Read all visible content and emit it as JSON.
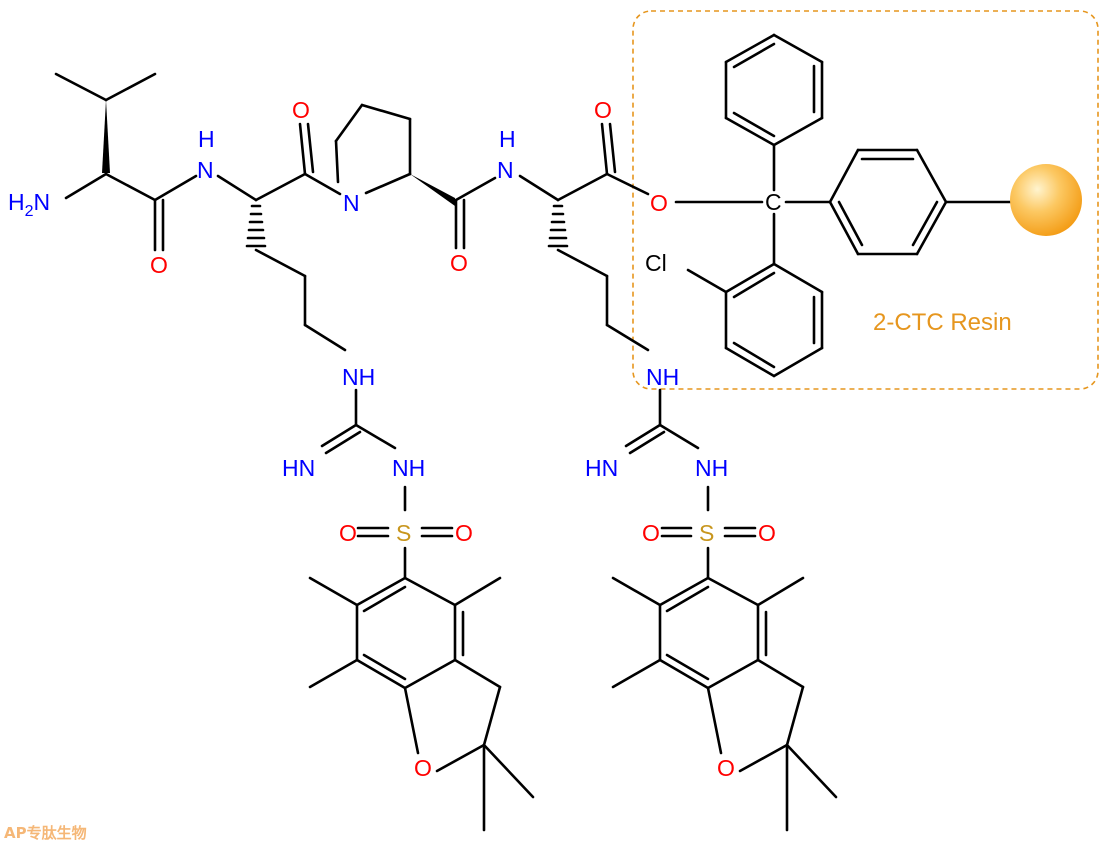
{
  "resin": {
    "label": "2-CTC Resin",
    "color": "#e6961e"
  },
  "watermark": "AP专肽生物",
  "colors": {
    "bond": "#000000",
    "nitrogen": "#0000ff",
    "oxygen": "#ff0000",
    "sulfur": "#c8961e",
    "carbon_label": "#000000",
    "bead_light": "#ffe9b0",
    "bead_dark": "#f39a12"
  },
  "atoms": {
    "amine": "H2N",
    "nh": "NH",
    "n": "N",
    "hn_imine": "HN",
    "h": "H",
    "o": "O",
    "s": "S",
    "cl": "Cl",
    "c": "C"
  }
}
